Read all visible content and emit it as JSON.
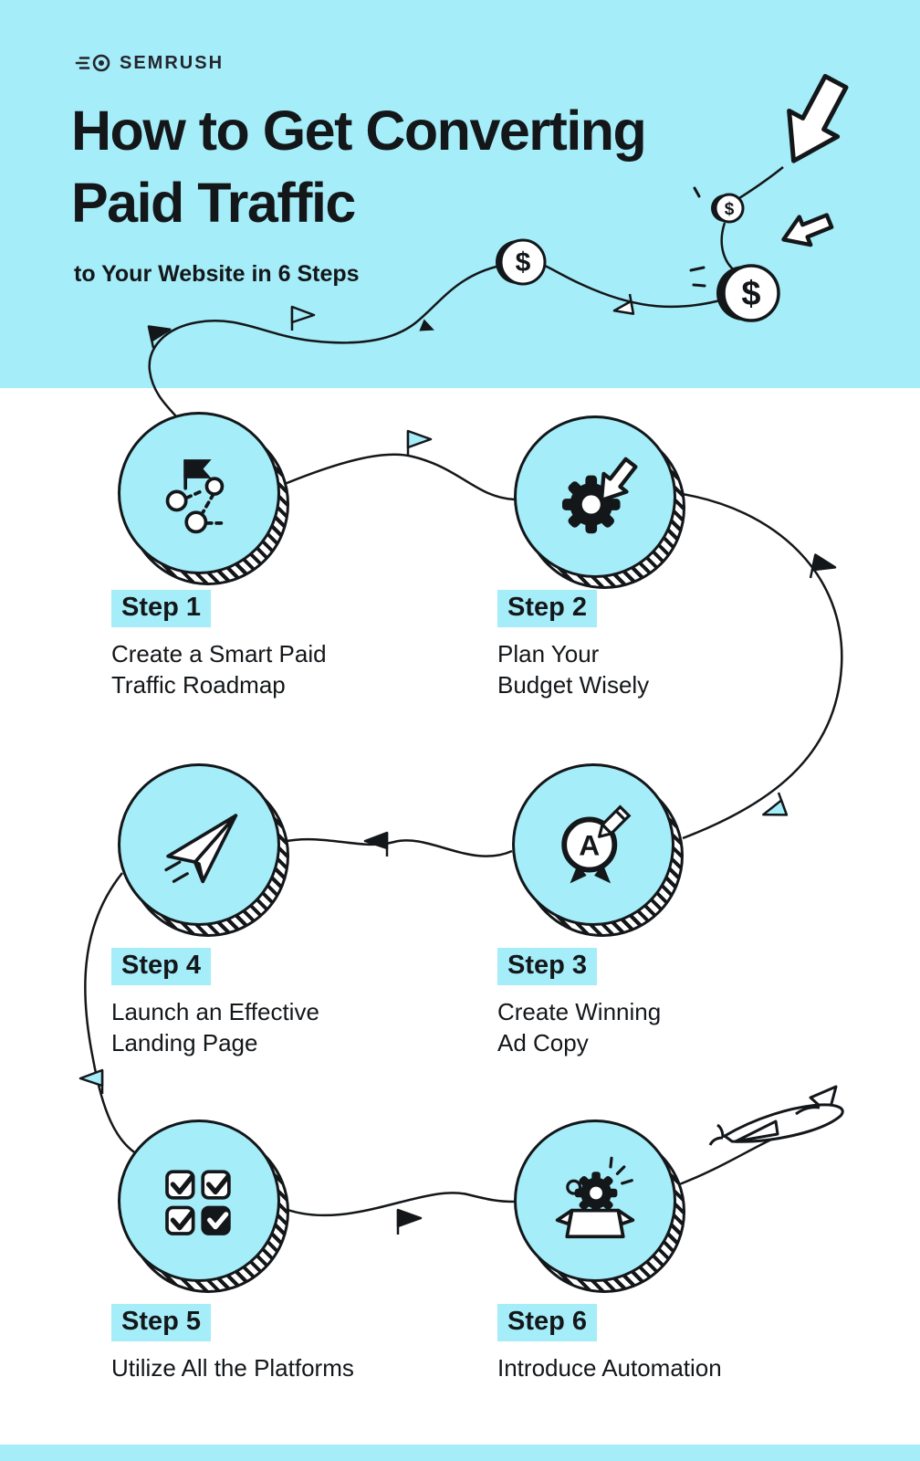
{
  "colors": {
    "cyan": "#A5EDF8",
    "ink": "#14171a",
    "white": "#ffffff"
  },
  "header": {
    "logo": "SEMRUSH",
    "title": "How to Get Converting\nPaid Traffic",
    "subtitle": "to Your Website in 6 Steps",
    "coin_symbol": "$"
  },
  "steps": [
    {
      "label": "Step 1",
      "title": "Create a Smart Paid\nTraffic Roadmap",
      "icon": "roadmap-icon"
    },
    {
      "label": "Step 2",
      "title": "Plan Your\nBudget Wisely",
      "icon": "budget-gear-icon"
    },
    {
      "label": "Step 3",
      "title": "Create Winning\nAd Copy",
      "icon": "ad-copy-badge-icon",
      "icon_letter": "A"
    },
    {
      "label": "Step 4",
      "title": "Launch an Effective\nLanding Page",
      "icon": "paper-plane-icon"
    },
    {
      "label": "Step 5",
      "title": "Utilize All the Platforms",
      "icon": "checklist-icon"
    },
    {
      "label": "Step 6",
      "title": "Introduce Automation",
      "icon": "automation-box-icon"
    }
  ],
  "decor": [
    "cursor-arrows",
    "dollar-coins",
    "route-path",
    "pennant-flags",
    "airplane"
  ]
}
